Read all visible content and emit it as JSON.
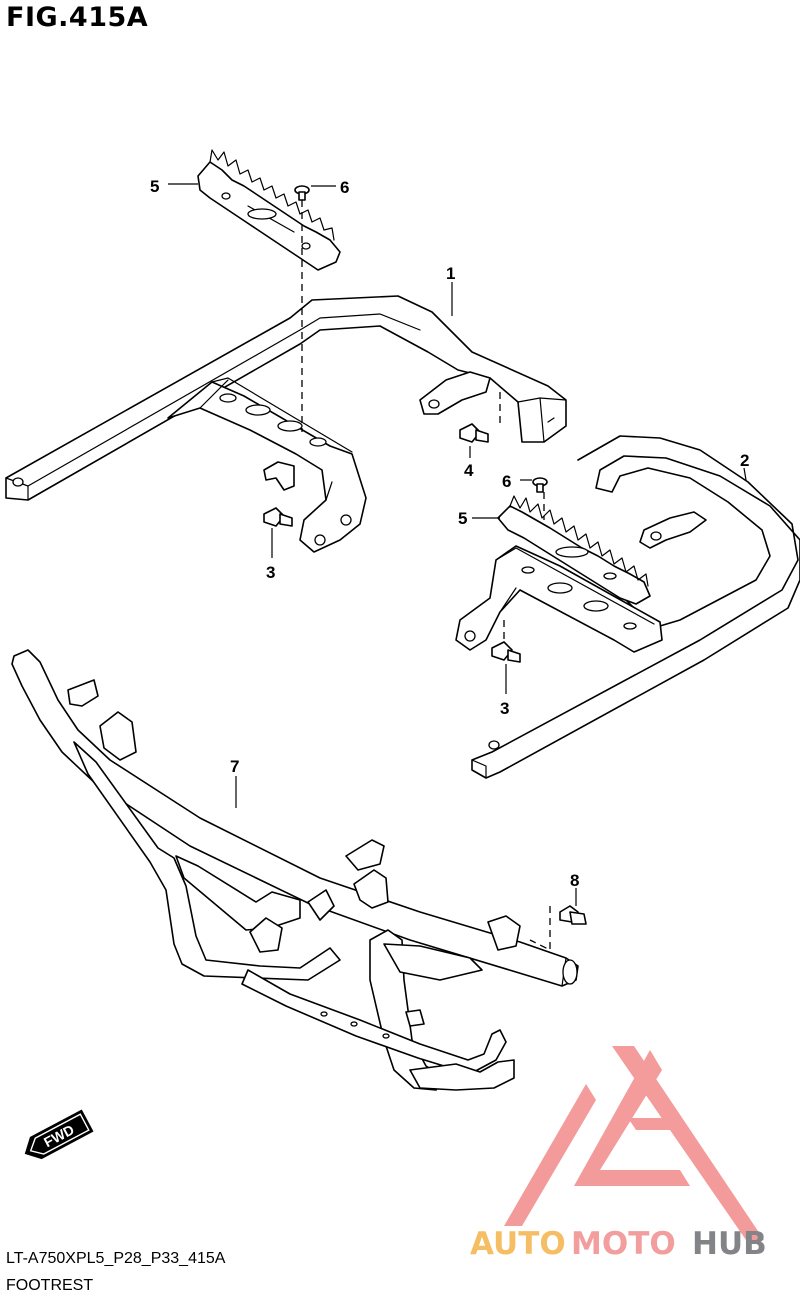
{
  "figure": {
    "title": "FIG.415A",
    "footer_code": "LT-A750XPL5_P28_P33_415A",
    "footer_name": "FOOTREST"
  },
  "callouts": [
    {
      "id": "c1",
      "label": "1"
    },
    {
      "id": "c2",
      "label": "2"
    },
    {
      "id": "c3a",
      "label": "3"
    },
    {
      "id": "c3b",
      "label": "3"
    },
    {
      "id": "c4",
      "label": "4"
    },
    {
      "id": "c5a",
      "label": "5"
    },
    {
      "id": "c5b",
      "label": "5"
    },
    {
      "id": "c6a",
      "label": "6"
    },
    {
      "id": "c6b",
      "label": "6"
    },
    {
      "id": "c7",
      "label": "7"
    },
    {
      "id": "c8",
      "label": "8"
    }
  ],
  "direction_badge": {
    "label": "FWD"
  },
  "watermark": {
    "part1": "AUTO",
    "part2": "MOTO",
    "part3": "HUB",
    "colors": {
      "auto": "#f5b34a",
      "moto": "#f08e8e",
      "hub": "#6d6f73",
      "triangle": "#f28a8a"
    }
  },
  "colors": {
    "line": "#000000",
    "background": "#ffffff"
  }
}
